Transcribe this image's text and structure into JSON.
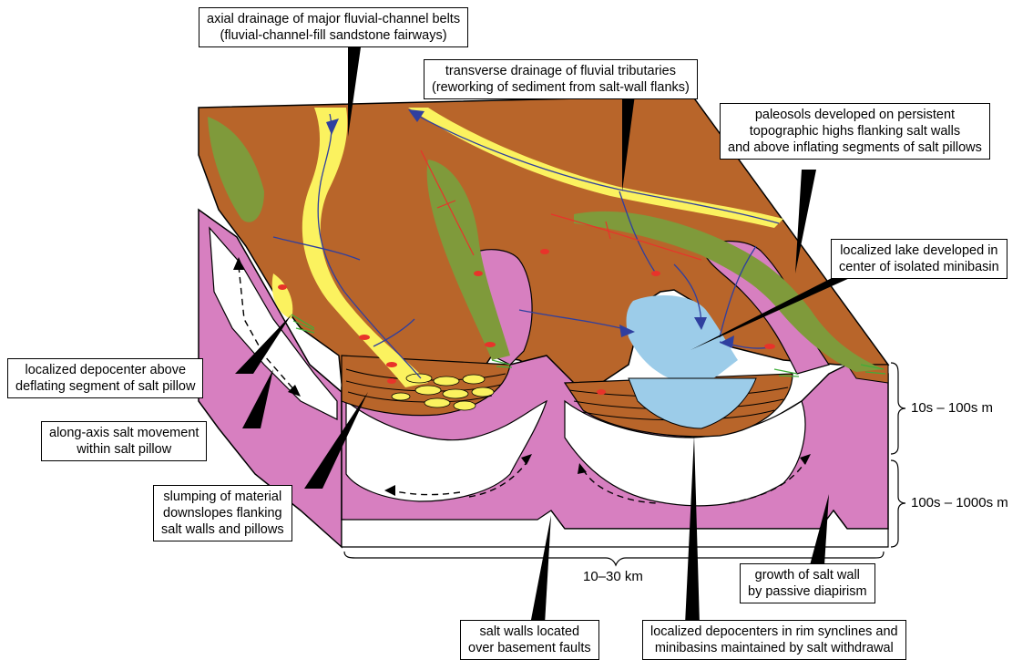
{
  "colors": {
    "salt": "#d77fc0",
    "floodplain": "#b8652a",
    "channel_sand": "#fbf25f",
    "paleosol": "#7f9a3b",
    "lake": "#9ccce9",
    "drainage": "#2f3f9f",
    "movement_arrow": "#e8332a",
    "outline": "#000000"
  },
  "labels": {
    "axial": [
      "axial drainage of major fluvial-channel belts",
      "(fluvial-channel-fill sandstone fairways)"
    ],
    "transverse": [
      "transverse drainage of fluvial tributaries",
      "(reworking of sediment from salt-wall flanks)"
    ],
    "paleosols": [
      "paleosols developed on persistent",
      "topographic highs flanking salt walls",
      "and above inflating segments of salt pillows"
    ],
    "lake": [
      "localized lake developed in",
      "center of isolated minibasin"
    ],
    "deflating": [
      "localized depocenter above",
      "deflating segment of salt pillow"
    ],
    "along_axis": [
      "along-axis salt movement",
      "within salt pillow"
    ],
    "slumping": [
      "slumping of material",
      "downslopes flanking",
      "salt walls and pillows"
    ],
    "salt_walls": [
      "salt walls located",
      "over basement faults"
    ],
    "rim_synclines": [
      "localized depocenters in rim synclines and",
      "minibasins maintained by salt withdrawal"
    ],
    "growth": [
      "growth of salt wall",
      "by passive diapirism"
    ]
  },
  "scales": {
    "upper_thickness": "10s – 100s m",
    "lower_thickness": "100s – 1000s m",
    "width": "10–30 km"
  }
}
